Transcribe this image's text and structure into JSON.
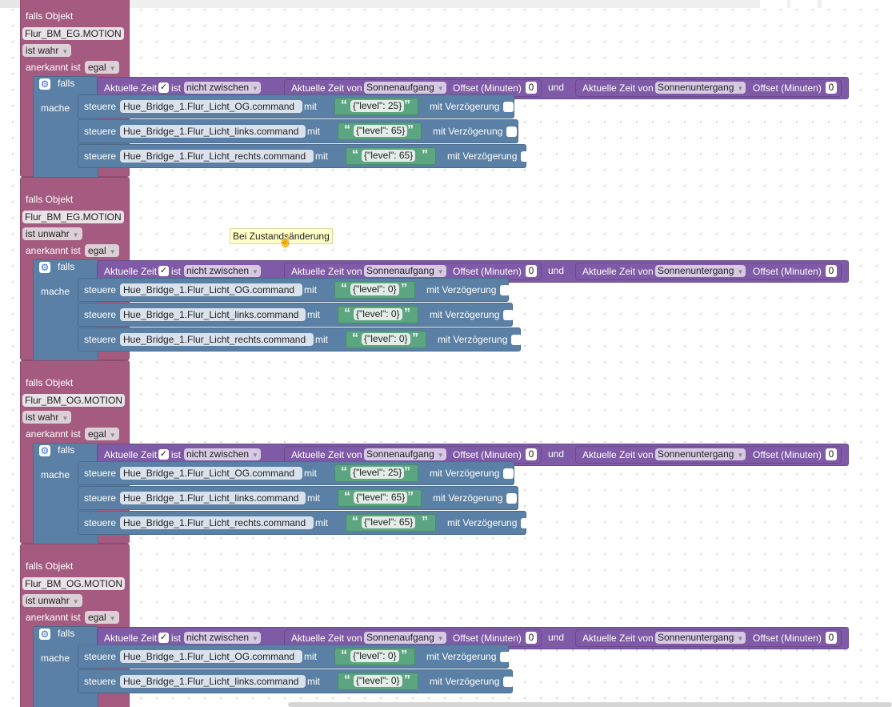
{
  "labels": {
    "falls_objekt": "falls Objekt",
    "anerkannt_ist": "anerkannt ist",
    "falls": "falls",
    "mache": "mache",
    "aktuelle_zeit": "Aktuelle Zeit",
    "ist": "ist",
    "aktuelle_zeit_von": "Aktuelle Zeit von",
    "offset": "Offset (Minuten)",
    "und": "und",
    "steuere": "steuere",
    "mit": "mit",
    "mit_verzoegerung": "mit Verzögerung",
    "open_quote": "“",
    "close_quote": "”",
    "check_mark": "✓",
    "gear_glyph": "⚙",
    "dropdown_arrow": "▼"
  },
  "triggers": [
    {
      "object": "Flur_BM_EG.MOTION",
      "condition": "ist wahr",
      "ack": "egal",
      "time_op": "nicht zwischen",
      "from_event": "Sonnenaufgang",
      "from_offset": "0",
      "to_event": "Sonnenuntergang",
      "to_offset": "0",
      "commands": [
        {
          "target": "Hue_Bridge_1.Flur_Licht_OG.command",
          "value": "{\"level\": 25}"
        },
        {
          "target": "Hue_Bridge_1.Flur_Licht_links.command",
          "value": "{\"level\": 65}"
        },
        {
          "target": "Hue_Bridge_1.Flur_Licht_rechts.command",
          "value": "{\"level\": 65}"
        }
      ]
    },
    {
      "object": "Flur_BM_EG.MOTION",
      "condition": "ist unwahr",
      "ack": "egal",
      "time_op": "nicht zwischen",
      "from_event": "Sonnenaufgang",
      "from_offset": "0",
      "to_event": "Sonnenuntergang",
      "to_offset": "0",
      "commands": [
        {
          "target": "Hue_Bridge_1.Flur_Licht_OG.command",
          "value": "{\"level\": 0}"
        },
        {
          "target": "Hue_Bridge_1.Flur_Licht_links.command",
          "value": "{\"level\": 0}"
        },
        {
          "target": "Hue_Bridge_1.Flur_Licht_rechts.command",
          "value": "{\"level\": 0}"
        }
      ]
    },
    {
      "object": "Flur_BM_OG.MOTION",
      "condition": "ist wahr",
      "ack": "egal",
      "time_op": "nicht zwischen",
      "from_event": "Sonnenaufgang",
      "from_offset": "0",
      "to_event": "Sonnenuntergang",
      "to_offset": "0",
      "commands": [
        {
          "target": "Hue_Bridge_1.Flur_Licht_OG.command",
          "value": "{\"level\": 25}"
        },
        {
          "target": "Hue_Bridge_1.Flur_Licht_links.command",
          "value": "{\"level\": 65}"
        },
        {
          "target": "Hue_Bridge_1.Flur_Licht_rechts.command",
          "value": "{\"level\": 65}"
        }
      ]
    },
    {
      "object": "Flur_BM_OG.MOTION",
      "condition": "ist unwahr",
      "ack": "egal",
      "time_op": "nicht zwischen",
      "from_event": "Sonnenaufgang",
      "from_offset": "0",
      "to_event": "Sonnenuntergang",
      "to_offset": "0",
      "commands": [
        {
          "target": "Hue_Bridge_1.Flur_Licht_OG.command",
          "value": "{\"level\": 0}"
        },
        {
          "target": "Hue_Bridge_1.Flur_Licht_links.command",
          "value": "{\"level\": 0}"
        }
      ]
    }
  ],
  "tooltip": "Bei Zustandsänderung"
}
